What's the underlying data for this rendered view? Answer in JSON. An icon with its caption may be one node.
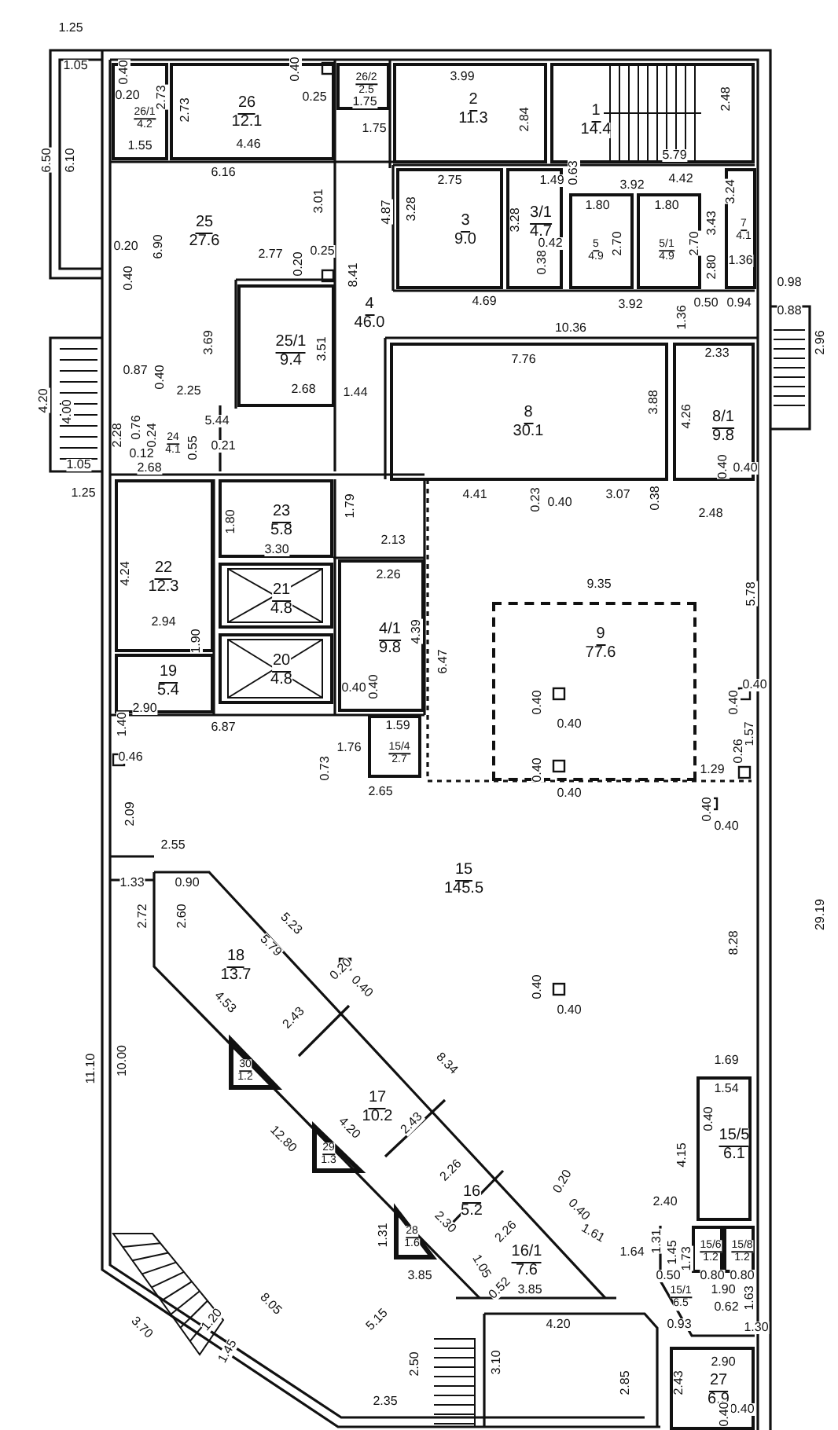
{
  "diagram": {
    "nodes": [
      {
        "text": [
          "26",
          "12.1"
        ]
      },
      {
        "text": [
          "26/1",
          "4.2"
        ]
      },
      {
        "text": [
          "26/2",
          "2.5"
        ]
      },
      {
        "text": [
          "2",
          "11.3"
        ]
      },
      {
        "text": [
          "1",
          "14.4"
        ]
      },
      {
        "text": [
          "25",
          "27.6"
        ]
      },
      {
        "text": [
          "25/1",
          "9.4"
        ]
      },
      {
        "text": [
          "4",
          "46.0"
        ]
      },
      {
        "text": [
          "3",
          "9.0"
        ]
      },
      {
        "text": [
          "3/1",
          "4.7"
        ]
      },
      {
        "text": [
          "5",
          "4.9"
        ]
      },
      {
        "text": [
          "5/1",
          "4.9"
        ]
      },
      {
        "text": [
          "7",
          "4.1"
        ]
      },
      {
        "text": [
          "8",
          "30.1"
        ]
      },
      {
        "text": [
          "8/1",
          "9.8"
        ]
      },
      {
        "text": [
          "24",
          "4.1"
        ]
      },
      {
        "text": [
          "23",
          "5.8"
        ]
      },
      {
        "text": [
          "22",
          "12.3"
        ]
      },
      {
        "text": [
          "21",
          "4.8"
        ]
      },
      {
        "text": [
          "20",
          "4.8"
        ]
      },
      {
        "text": [
          "4/1",
          "9.8"
        ]
      },
      {
        "text": [
          "19",
          "5.4"
        ]
      },
      {
        "text": [
          "9",
          "77.6"
        ]
      },
      {
        "text": [
          "15",
          "145.5"
        ]
      },
      {
        "text": [
          "15/4",
          "2.7"
        ]
      },
      {
        "text": [
          "18",
          "13.7"
        ]
      },
      {
        "text": [
          "17",
          "10.2"
        ]
      },
      {
        "text": [
          "30",
          "1.2"
        ]
      },
      {
        "text": [
          "29",
          "1.3"
        ]
      },
      {
        "text": [
          "16",
          "5.2"
        ]
      },
      {
        "text": [
          "16/1",
          "7.6"
        ]
      },
      {
        "text": [
          "28",
          "1.6"
        ]
      },
      {
        "text": [
          "15/5",
          "6.1"
        ]
      },
      {
        "text": [
          "15/6",
          "1.2"
        ]
      },
      {
        "text": [
          "15/8",
          "1.2"
        ]
      },
      {
        "text": [
          "15/1",
          "6.5"
        ]
      },
      {
        "text": [
          "27",
          "6.9"
        ]
      }
    ],
    "labels": [
      "1.25",
      "1.05",
      "0.40",
      "0.20",
      "2.73",
      "1.55",
      "2.73",
      "4.46",
      "0.40",
      "0.25",
      "1.75",
      "1.75",
      "6.50",
      "6.10",
      "6.16",
      "3.01",
      "4.87",
      "0.20",
      "6.90",
      "0.40",
      "2.77",
      "0.20",
      "0.25",
      "8.41",
      "3.69",
      "3.51",
      "1.44",
      "0.87",
      "0.40",
      "2.25",
      "2.68",
      "4.20",
      "4.00",
      "5.44",
      "2.28",
      "0.76",
      "0.24",
      "0.12",
      "0.55",
      "0.21",
      "1.05",
      "2.68",
      "3.99",
      "2.84",
      "2.48",
      "5.79",
      "2.75",
      "3.28",
      "1.49",
      "0.63",
      "3.28",
      "3.92",
      "4.42",
      "3.24",
      "1.80",
      "1.80",
      "2.70",
      "2.70",
      "3.43",
      "0.42",
      "0.38",
      "2.80",
      "1.36",
      "4.69",
      "3.92",
      "1.36",
      "0.50",
      "0.94",
      "0.98",
      "0.88",
      "2.96",
      "10.36",
      "7.76",
      "2.33",
      "3.88",
      "4.26",
      "0.40",
      "0.40",
      "4.41",
      "0.23",
      "0.40",
      "3.07",
      "0.38",
      "2.48",
      "1.25",
      "1.80",
      "1.79",
      "2.13",
      "3.30",
      "4.24",
      "2.26",
      "9.35",
      "5.78",
      "4.39",
      "2.94",
      "6.47",
      "1.90",
      "0.40",
      "0.40",
      "0.40",
      "0.40",
      "2.90",
      "0.40",
      "0.40",
      "1.57",
      "6.87",
      "1.40",
      "1.59",
      "0.26",
      "0.46",
      "1.76",
      "0.40",
      "0.40",
      "1.29",
      "0.73",
      "2.65",
      "0.40",
      "0.40",
      "2.09",
      "2.55",
      "1.33",
      "0.90",
      "2.72",
      "2.60",
      "5.23",
      "29.19",
      "5.79",
      "8.28",
      "0.20",
      "0.40",
      "0.40",
      "0.40",
      "4.53",
      "2.43",
      "1.69",
      "8.34",
      "11.10",
      "10.00",
      "1.54",
      "4.20",
      "2.43",
      "12.80",
      "0.40",
      "4.15",
      "2.26",
      "0.20",
      "0.40",
      "2.40",
      "2.30",
      "2.26",
      "1.61",
      "1.31",
      "1.31",
      "1.64",
      "1.45",
      "1.73",
      "3.85",
      "1.05",
      "0.52",
      "3.85",
      "0.50",
      "0.80",
      "1.90",
      "0.80",
      "1.63",
      "3.70",
      "1.20",
      "8.05",
      "5.15",
      "4.20",
      "0.93",
      "0.62",
      "1.30",
      "1.45",
      "3.10",
      "2.90",
      "2.50",
      "2.85",
      "2.43",
      "2.35",
      "0.40",
      "0.40"
    ]
  }
}
